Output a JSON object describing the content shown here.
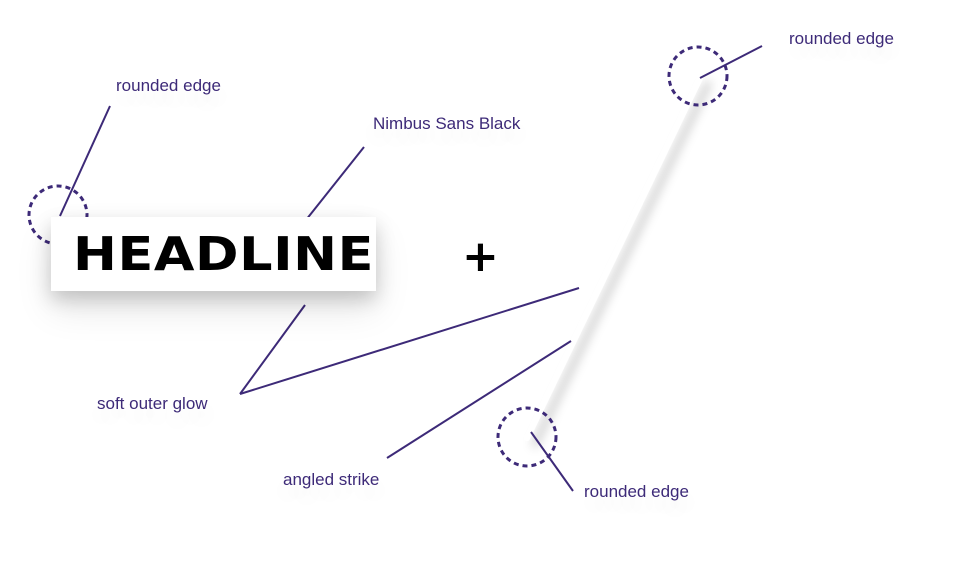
{
  "diagram": {
    "headline_text": "HEADLINE",
    "plus_symbol": "+",
    "labels": {
      "font_name": "Nimbus Sans Black",
      "rounded_edge_top_left": "rounded edge",
      "rounded_edge_top_right": "rounded edge",
      "rounded_edge_bottom": "rounded edge",
      "soft_outer_glow": "soft outer glow",
      "angled_strike": "angled strike"
    },
    "colors": {
      "annotation": "#3d2a78",
      "headline_text": "#000000",
      "strike": "#ffffff",
      "background": "#ffffff"
    }
  }
}
